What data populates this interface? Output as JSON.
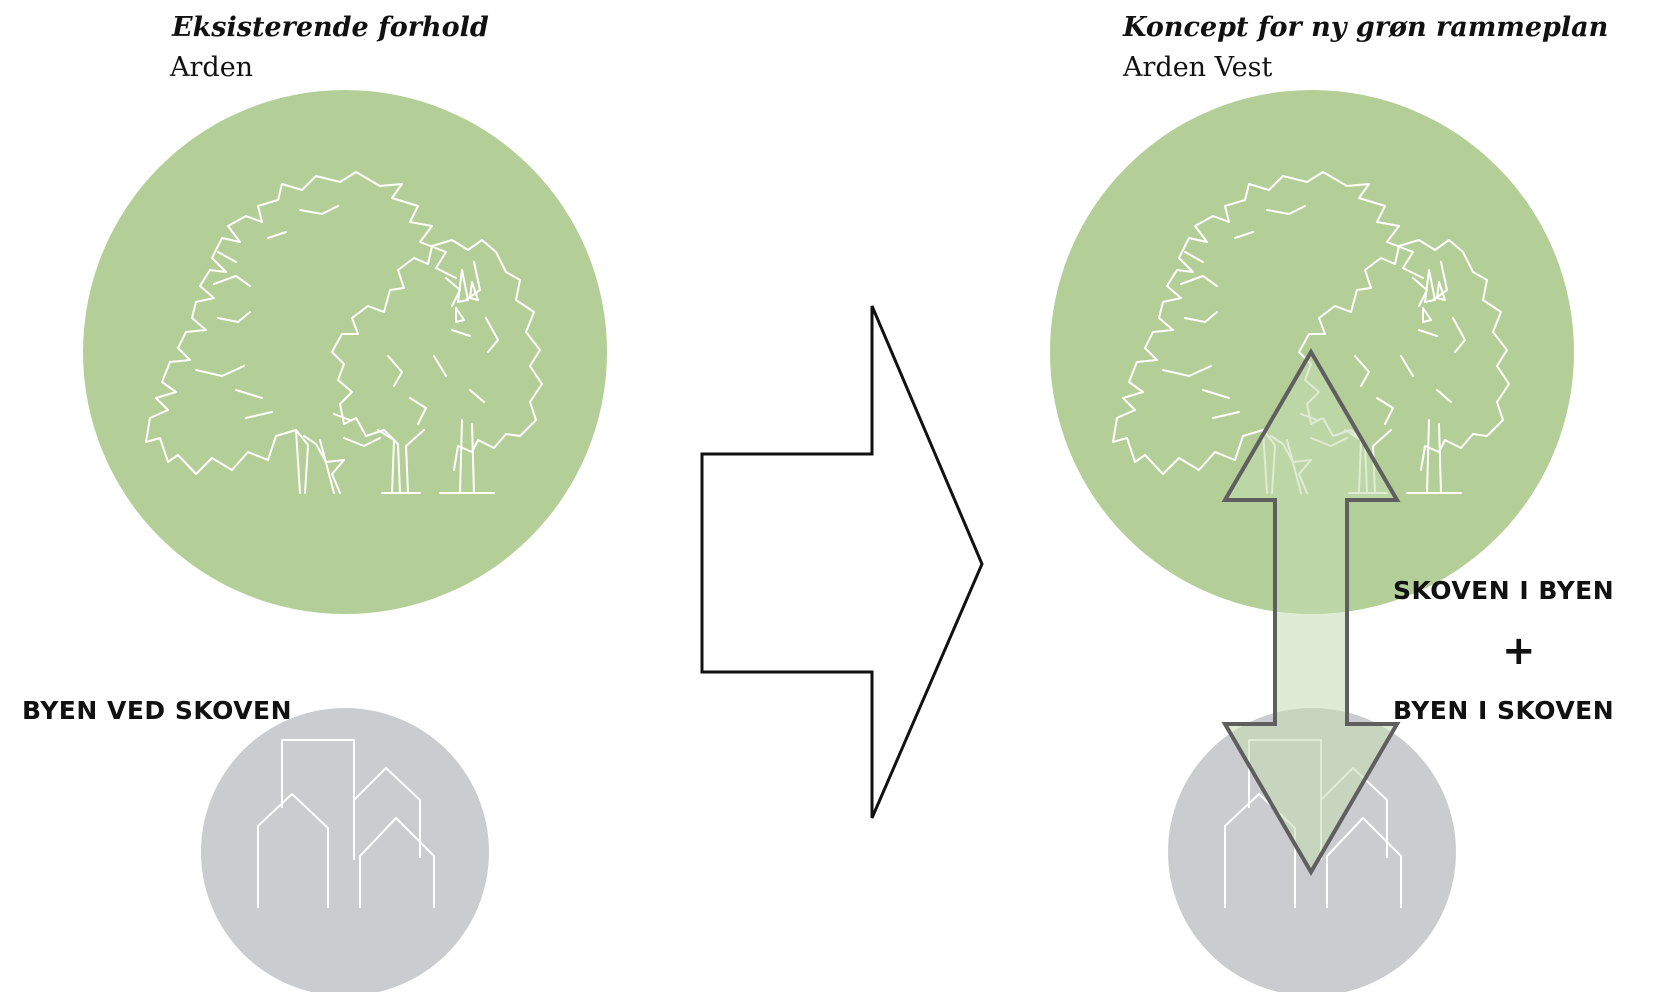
{
  "left_panel": {
    "title": "Eksisterende forhold",
    "subtitle": "Arden",
    "label": "BYEN VED SKOVEN"
  },
  "right_panel": {
    "title": "Koncept for ny grøn rammeplan",
    "subtitle": "Arden Vest",
    "label_top": "SKOVEN I BYEN",
    "plus": "+",
    "label_bottom": "BYEN I SKOVEN"
  },
  "colors": {
    "forest_green": "#b3cf97",
    "city_gray": "#cbcccf",
    "line_white": "#ffffff",
    "arrow_outline": "#111111",
    "double_arrow_stroke": "#5f5f5f",
    "double_arrow_fill": "#c5dcb2"
  },
  "icons": [
    "tree-group-icon",
    "buildings-icon",
    "right-arrow-icon",
    "double-arrow-icon"
  ]
}
